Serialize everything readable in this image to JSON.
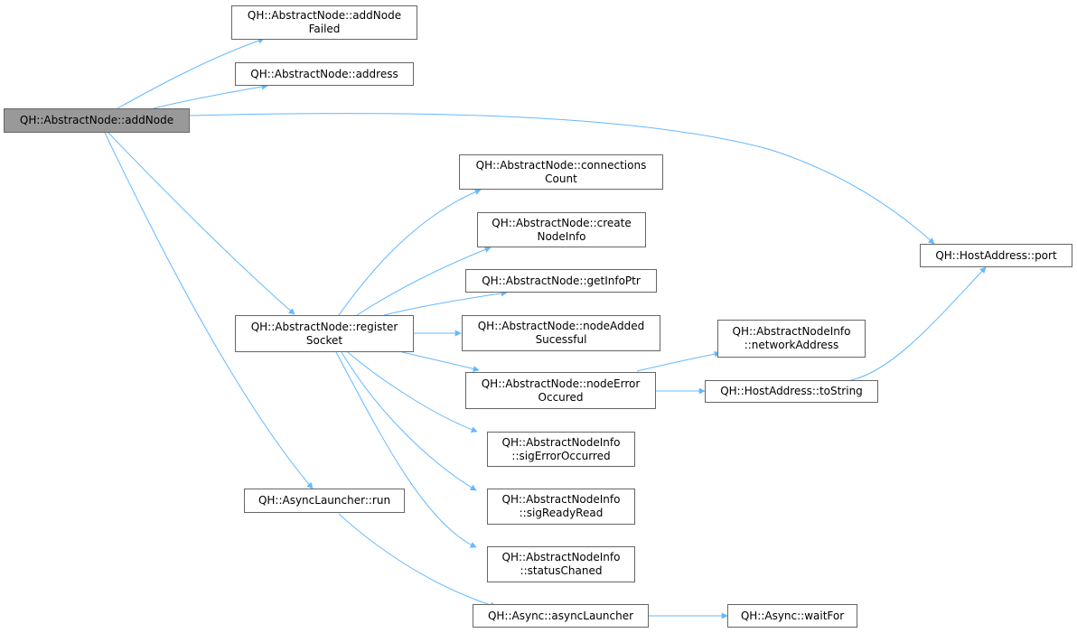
{
  "nodes": {
    "addNode": {
      "l1": "QH::AbstractNode::addNode",
      "l2": ""
    },
    "addNodeFailed": {
      "l1": "QH::AbstractNode::addNode",
      "l2": "Failed"
    },
    "address": {
      "l1": "QH::AbstractNode::address",
      "l2": ""
    },
    "port": {
      "l1": "QH::HostAddress::port",
      "l2": ""
    },
    "connectionsCount": {
      "l1": "QH::AbstractNode::connections",
      "l2": "Count"
    },
    "createNodeInfo": {
      "l1": "QH::AbstractNode::create",
      "l2": "NodeInfo"
    },
    "getInfoPtr": {
      "l1": "QH::AbstractNode::getInfoPtr",
      "l2": ""
    },
    "registerSocket": {
      "l1": "QH::AbstractNode::register",
      "l2": "Socket"
    },
    "nodeAddedSucessful": {
      "l1": "QH::AbstractNode::nodeAdded",
      "l2": "Sucessful"
    },
    "networkAddress": {
      "l1": "QH::AbstractNodeInfo",
      "l2": "::networkAddress"
    },
    "nodeErrorOccured": {
      "l1": "QH::AbstractNode::nodeError",
      "l2": "Occured"
    },
    "toString": {
      "l1": "QH::HostAddress::toString",
      "l2": ""
    },
    "sigErrorOccurred": {
      "l1": "QH::AbstractNodeInfo",
      "l2": "::sigErrorOccurred"
    },
    "asyncRun": {
      "l1": "QH::AsyncLauncher::run",
      "l2": ""
    },
    "sigReadyRead": {
      "l1": "QH::AbstractNodeInfo",
      "l2": "::sigReadyRead"
    },
    "statusChaned": {
      "l1": "QH::AbstractNodeInfo",
      "l2": "::statusChaned"
    },
    "asyncLauncher": {
      "l1": "QH::Async::asyncLauncher",
      "l2": ""
    },
    "waitFor": {
      "l1": "QH::Async::waitFor",
      "l2": ""
    }
  },
  "colors": {
    "edge": "#63b8ff",
    "border": "#666666",
    "root_fill": "#999999",
    "fill": "#ffffff"
  }
}
